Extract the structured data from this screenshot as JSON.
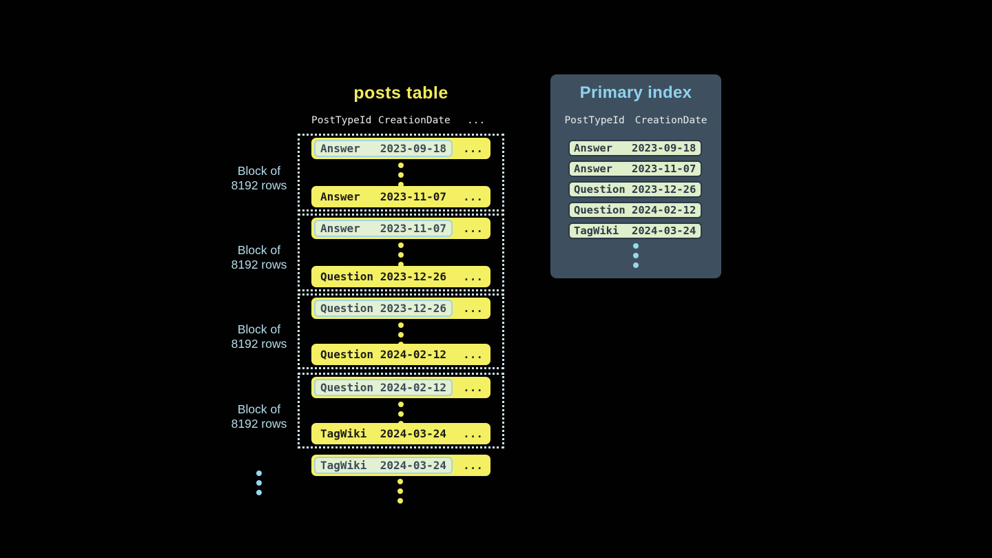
{
  "colors": {
    "background": "#010101",
    "row_yellow": "#f4f063",
    "title_yellow": "#f2ec5c",
    "highlight_bg": "#e3f0d3",
    "highlight_border": "#a3d5e3",
    "highlight_text": "#3b4c59",
    "dotted_border": "#d0eaf3",
    "block_label_blue": "#b5dcec",
    "accent_dot_blue": "#9ad7ef",
    "panel_bg": "#3e505f",
    "panel_title_blue": "#8ed2ee",
    "index_row_bg": "#dfeecb",
    "index_row_border": "#2b3a45"
  },
  "posts_table": {
    "title": "posts table",
    "header": {
      "col1": "PostTypeId",
      "col2": "CreationDate",
      "more": "..."
    },
    "block_label": {
      "line1": "Block of",
      "line2": "8192 rows"
    },
    "row_more": "...",
    "blocks": [
      {
        "first": {
          "type": "Answer",
          "date": "2023-09-18"
        },
        "last": {
          "type": "Answer",
          "date": "2023-11-07"
        }
      },
      {
        "first": {
          "type": "Answer",
          "date": "2023-11-07"
        },
        "last": {
          "type": "Question",
          "date": "2023-12-26"
        }
      },
      {
        "first": {
          "type": "Question",
          "date": "2023-12-26"
        },
        "last": {
          "type": "Question",
          "date": "2024-02-12"
        }
      },
      {
        "first": {
          "type": "Question",
          "date": "2024-02-12"
        },
        "last": {
          "type": "TagWiki",
          "date": "2024-03-24"
        }
      }
    ],
    "trailing_row": {
      "type": "TagWiki",
      "date": "2024-03-24"
    }
  },
  "primary_index": {
    "title": "Primary index",
    "header": {
      "col1": "PostTypeId",
      "col2": "CreationDate"
    },
    "rows": [
      {
        "type": "Answer",
        "date": "2023-09-18"
      },
      {
        "type": "Answer",
        "date": "2023-11-07"
      },
      {
        "type": "Question",
        "date": "2023-12-26"
      },
      {
        "type": "Question",
        "date": "2024-02-12"
      },
      {
        "type": "TagWiki",
        "date": "2024-03-24"
      }
    ]
  }
}
